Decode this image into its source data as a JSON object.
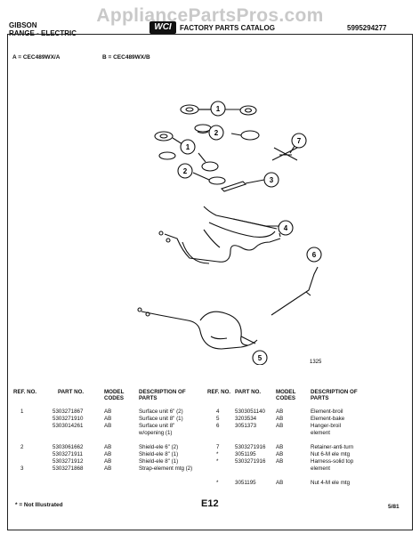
{
  "watermark": "AppliancePartsPros.com",
  "header": {
    "brand_line1": "GIBSON",
    "brand_line2": "RANGE - ELECTRIC",
    "catalog_logo": "WCI",
    "catalog_title": "FACTORY PARTS CATALOG",
    "catalog_number": "5995294277"
  },
  "models": {
    "a": "A = CEC489WX/A",
    "b": "B = CEC489WX/B"
  },
  "diagram": {
    "figure_number": "1325",
    "callouts": [
      "1",
      "1",
      "2",
      "2",
      "3",
      "4",
      "5",
      "6",
      "7"
    ]
  },
  "table": {
    "headers": {
      "ref": "REF. NO.",
      "part": "PART NO.",
      "codes": "MODEL CODES",
      "desc": "DESCRIPTION OF PARTS"
    },
    "left_rows": [
      {
        "ref": "1",
        "part": "5303271867",
        "code": "AB",
        "desc": "Surface unit 6\"  (2)"
      },
      {
        "ref": "",
        "part": "5303271910",
        "code": "AB",
        "desc": "Surface unit 8\"  (1)"
      },
      {
        "ref": "",
        "part": "5303014261",
        "code": "AB",
        "desc": "Surface unit 8\""
      },
      {
        "ref": "",
        "part": "",
        "code": "",
        "desc": "w/opening (1)"
      },
      {
        "ref": "2",
        "part": "5303061662",
        "code": "AB",
        "desc": "Shield-ele 6\" (2)"
      },
      {
        "ref": "",
        "part": "5303271911",
        "code": "AB",
        "desc": "Shield-ele 8\" (1)"
      },
      {
        "ref": "",
        "part": "5303271912",
        "code": "AB",
        "desc": "Shield-ele 8\" (1)"
      },
      {
        "ref": "3",
        "part": "5303271868",
        "code": "AB",
        "desc": "Strap-element mtg (2)"
      }
    ],
    "right_rows": [
      {
        "ref": "4",
        "part": "5303051140",
        "code": "AB",
        "desc": "Element-broil"
      },
      {
        "ref": "5",
        "part": "3203534",
        "code": "AB",
        "desc": "Element-bake"
      },
      {
        "ref": "6",
        "part": "3051373",
        "code": "AB",
        "desc": "Hanger-broil"
      },
      {
        "ref": "",
        "part": "",
        "code": "",
        "desc": "element"
      },
      {
        "ref": "7",
        "part": "5303271916",
        "code": "AB",
        "desc": "Retainer-anti-turn"
      },
      {
        "ref": "*",
        "part": "3051195",
        "code": "AB",
        "desc": "Nut 6-M ele mtg"
      },
      {
        "ref": "*",
        "part": "5303271916",
        "code": "AB",
        "desc": "Harness-solid top"
      },
      {
        "ref": "",
        "part": "",
        "code": "",
        "desc": "element"
      },
      {
        "ref": "*",
        "part": "3051195",
        "code": "AB",
        "desc": "Nut 4-M ele mtg"
      }
    ]
  },
  "footer": {
    "note": "* = Not Illustrated",
    "page": "E12",
    "date": "5/81"
  }
}
